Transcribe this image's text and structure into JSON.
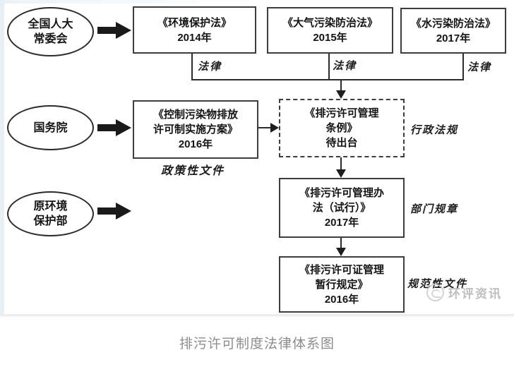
{
  "diagram": {
    "organizations": [
      {
        "id": "npc-standing-committee",
        "lines": [
          "全国人大",
          "常委会"
        ]
      },
      {
        "id": "state-council",
        "lines": [
          "国务院"
        ]
      },
      {
        "id": "former-mep",
        "lines": [
          "原环境",
          "保护部"
        ]
      }
    ],
    "boxes": [
      {
        "id": "environmental-protection-law",
        "lines": [
          "《环境保护法》",
          "2014年"
        ]
      },
      {
        "id": "air-pollution-prevention-law",
        "lines": [
          "《大气污染防治法》",
          "2015年"
        ]
      },
      {
        "id": "water-pollution-prevention-law",
        "lines": [
          "《水污染防治法》",
          "2017年"
        ]
      },
      {
        "id": "pollutant-permit-implementation-plan",
        "lines": [
          "《控制污染物排放",
          "许可制实施方案》",
          "2016年"
        ]
      },
      {
        "id": "discharge-permit-regulation-pending",
        "lines": [
          "《排污许可管理",
          "条例》",
          "待出台"
        ]
      },
      {
        "id": "discharge-permit-measures-trial",
        "lines": [
          "《排污许可管理办",
          "法（试行）》",
          "2017年"
        ]
      },
      {
        "id": "discharge-permit-interim-provisions",
        "lines": [
          "《排污许可证管理",
          "暂行规定》",
          "2016年"
        ]
      }
    ],
    "labels": {
      "law1": "法律",
      "law2": "法律",
      "law3": "法律",
      "policy_document": "政策性文件",
      "administrative_regulation": "行政法规",
      "departmental_rule": "部门规章",
      "normative_document": "规范性文件"
    },
    "watermark": {
      "text": "环评资讯"
    },
    "caption": "排污许可制度法律体系图"
  },
  "colors": {
    "line": "#2c2c2c",
    "box_border": "#3d3d3d",
    "page_edge": "#e7f0f7",
    "caption_text": "#8d8d8d",
    "watermark_text": "#b3b3b3"
  }
}
